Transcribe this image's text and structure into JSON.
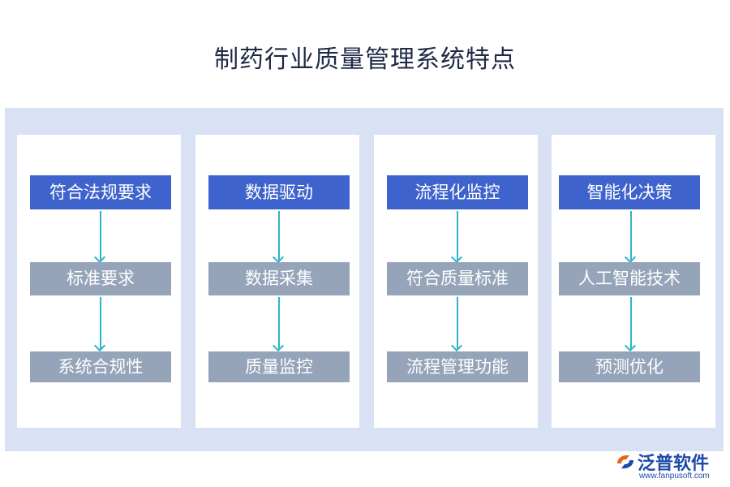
{
  "title": "制药行业质量管理系统特点",
  "columns": [
    {
      "header": "符合法规要求",
      "items": [
        "标准要求",
        "系统合规性"
      ]
    },
    {
      "header": "数据驱动",
      "items": [
        "数据采集",
        "质量监控"
      ]
    },
    {
      "header": "流程化监控",
      "items": [
        "符合质量标准",
        "流程管理功能"
      ]
    },
    {
      "header": "智能化决策",
      "items": [
        "人工智能技术",
        "预测优化"
      ]
    }
  ],
  "logo": {
    "name": "泛普软件",
    "url": "www.fanpusoft.com"
  },
  "colors": {
    "header_box": "#3f63cc",
    "item_box": "#95a4b9",
    "panel": "#d9e1f4",
    "arrow": "#2fb5c6"
  }
}
